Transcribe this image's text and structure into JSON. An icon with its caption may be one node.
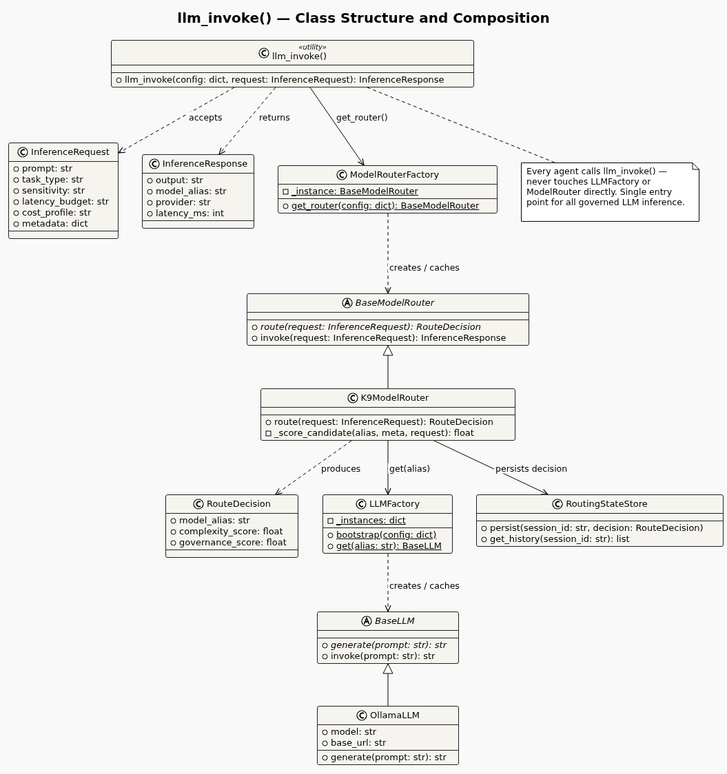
{
  "diagram": {
    "title": "llm_invoke() — Class Structure and Composition",
    "nodes": [
      {
        "text": [
          "«utility»",
          "llm_invoke()",
          "llm_invoke(config: dict, request: InferenceRequest): InferenceResponse"
        ]
      },
      {
        "text": [
          "InferenceRequest",
          "prompt: str",
          "task_type: str",
          "sensitivity: str",
          "latency_budget: str",
          "cost_profile: str",
          "metadata: dict"
        ]
      },
      {
        "text": [
          "InferenceResponse",
          "output: str",
          "model_alias: str",
          "provider: str",
          "latency_ms: int"
        ]
      },
      {
        "text": [
          "ModelRouterFactory",
          "_instance: BaseModelRouter",
          "get_router(config: dict): BaseModelRouter"
        ]
      },
      {
        "text": [
          "Every agent calls llm_invoke() — never touches LLMFactory or ModelRouter directly. Single entry point for all governed LLM inference."
        ]
      },
      {
        "text": [
          "BaseModelRouter",
          "route(request: InferenceRequest): RouteDecision",
          "invoke(request: InferenceRequest): InferenceResponse"
        ]
      },
      {
        "text": [
          "K9ModelRouter",
          "route(request: InferenceRequest): RouteDecision",
          "_score_candidate(alias, meta, request): float"
        ]
      },
      {
        "text": [
          "RouteDecision",
          "model_alias: str",
          "complexity_score: float",
          "governance_score: float"
        ]
      },
      {
        "text": [
          "LLMFactory",
          "_instances: dict",
          "bootstrap(config: dict)",
          "get(alias: str): BaseLLM"
        ]
      },
      {
        "text": [
          "RoutingStateStore",
          "persist(session_id: str, decision: RouteDecision)",
          "get_history(session_id: str): list"
        ]
      },
      {
        "text": [
          "BaseLLM",
          "generate(prompt: str): str",
          "invoke(prompt: str): str"
        ]
      },
      {
        "text": [
          "OllamaLLM",
          "model: str",
          "base_url: str",
          "generate(prompt: str): str"
        ]
      }
    ],
    "edges": [
      {
        "from": 0,
        "to": 1,
        "arrow": "to",
        "label": "accepts",
        "style": "dashed"
      },
      {
        "from": 0,
        "to": 2,
        "arrow": "to",
        "label": "returns",
        "style": "dashed"
      },
      {
        "from": 0,
        "to": 3,
        "arrow": "to",
        "label": "get_router()"
      },
      {
        "from": 0,
        "to": 4,
        "arrow": "none",
        "style": "dashed"
      },
      {
        "from": 3,
        "to": 5,
        "arrow": "to",
        "label": "creates / caches",
        "style": "dashed"
      },
      {
        "from": 6,
        "to": 5,
        "arrow": "to"
      },
      {
        "from": 6,
        "to": 7,
        "arrow": "to",
        "label": "produces",
        "style": "dashed"
      },
      {
        "from": 6,
        "to": 8,
        "arrow": "to",
        "label": "get(alias)"
      },
      {
        "from": 6,
        "to": 9,
        "arrow": "to",
        "label": "persists decision"
      },
      {
        "from": 8,
        "to": 10,
        "arrow": "to",
        "label": "creates / caches",
        "style": "dashed"
      },
      {
        "from": 11,
        "to": 10,
        "arrow": "to"
      }
    ]
  }
}
